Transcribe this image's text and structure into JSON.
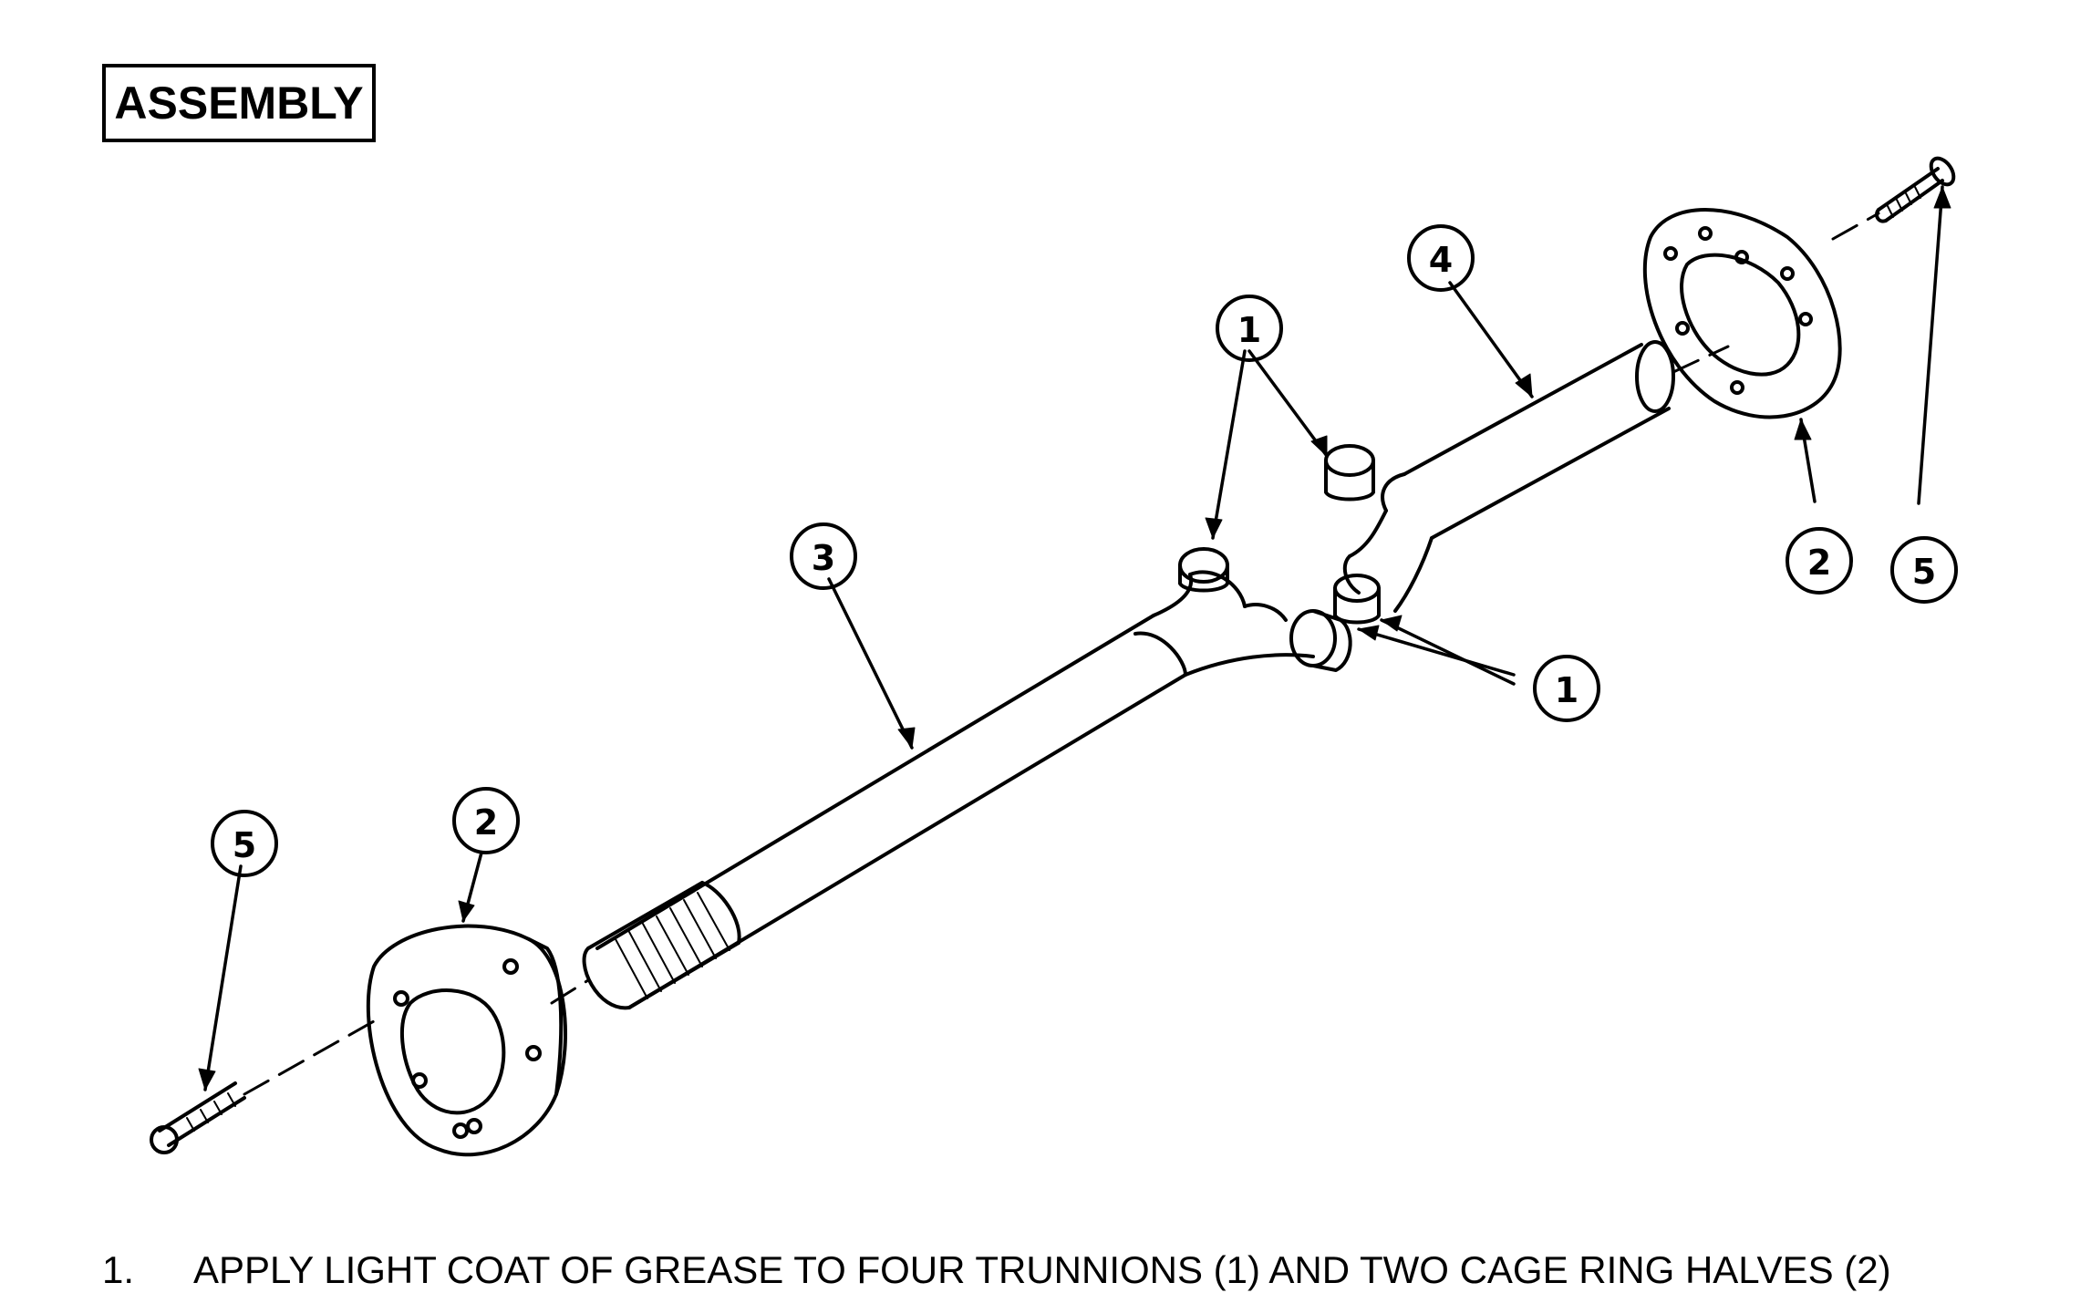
{
  "section_title": "ASSEMBLY",
  "callouts": {
    "trunnion": "1",
    "cage_ring": "2",
    "inner_shaft": "3",
    "outer_shaft": "4",
    "screw": "5"
  },
  "steps": [
    {
      "number": "1.",
      "text": "APPLY LIGHT COAT OF GREASE TO FOUR TRUNNIONS (1) AND TWO CAGE RING HALVES (2)"
    }
  ]
}
